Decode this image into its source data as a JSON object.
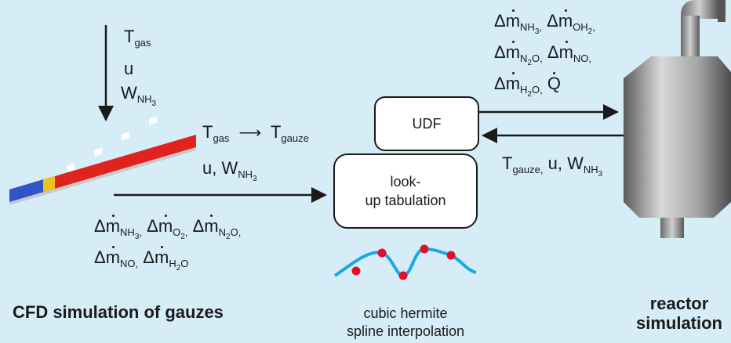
{
  "colors": {
    "background": "#d6ecf7",
    "arrow": "#1a1a1a",
    "spline": "#19a9e0",
    "spline_points": "#e0102a",
    "cfd_red": "#e0231f",
    "reactor_gray": "#9a9a9a"
  },
  "inputs_top": {
    "t_gas": "T",
    "t_gas_sub": "gas",
    "u": "u",
    "w_nh3": "W",
    "w_nh3_sub": "NH",
    "w_nh3_subsub": "3"
  },
  "mid_labels": {
    "t_gas": "T",
    "t_gas_sub": "gas",
    "arrow_symbol": "⟶",
    "t_gauze": "T",
    "t_gauze_sub": "gauze",
    "u_w_prefix": "u, W",
    "w_sub": "NH",
    "w_subsub": "3"
  },
  "cfd_rates": {
    "delta_m": "Δm",
    "s1": "NH",
    "s1_sub": "3",
    "s2": "O",
    "s2_sub": "2",
    "s3": "N",
    "s3_sub": "2",
    "s3_tail": "O",
    "s4": "NO",
    "s5": "H",
    "s5_sub": "2",
    "s5_tail": "O",
    "comma": ","
  },
  "reactor_rates": {
    "delta_m": "Δm",
    "r1": "NH",
    "r1_sub": "3",
    "r2": "OH",
    "r2_sub": "2",
    "r3": "N",
    "r3_sub": "2",
    "r3_tail": "O",
    "r4": "NO",
    "r5": "H",
    "r5_sub": "2",
    "r5_tail": "O",
    "q": "Q",
    "comma": ","
  },
  "feedback": {
    "t": "T",
    "t_sub": "gauze,",
    "u_w": "u, W",
    "w_sub": "NH",
    "w_subsub": "3"
  },
  "boxes": {
    "udf": "UDF",
    "lookup_line1": "look-",
    "lookup_line2": "up",
    "lookup_line3": "tabulation"
  },
  "captions": {
    "cfd": "CFD simulation of gauzes",
    "spline_line1": "cubic hermite",
    "spline_line2": "spline interpolation",
    "reactor_line1": "reactor",
    "reactor_line2": "simulation"
  }
}
